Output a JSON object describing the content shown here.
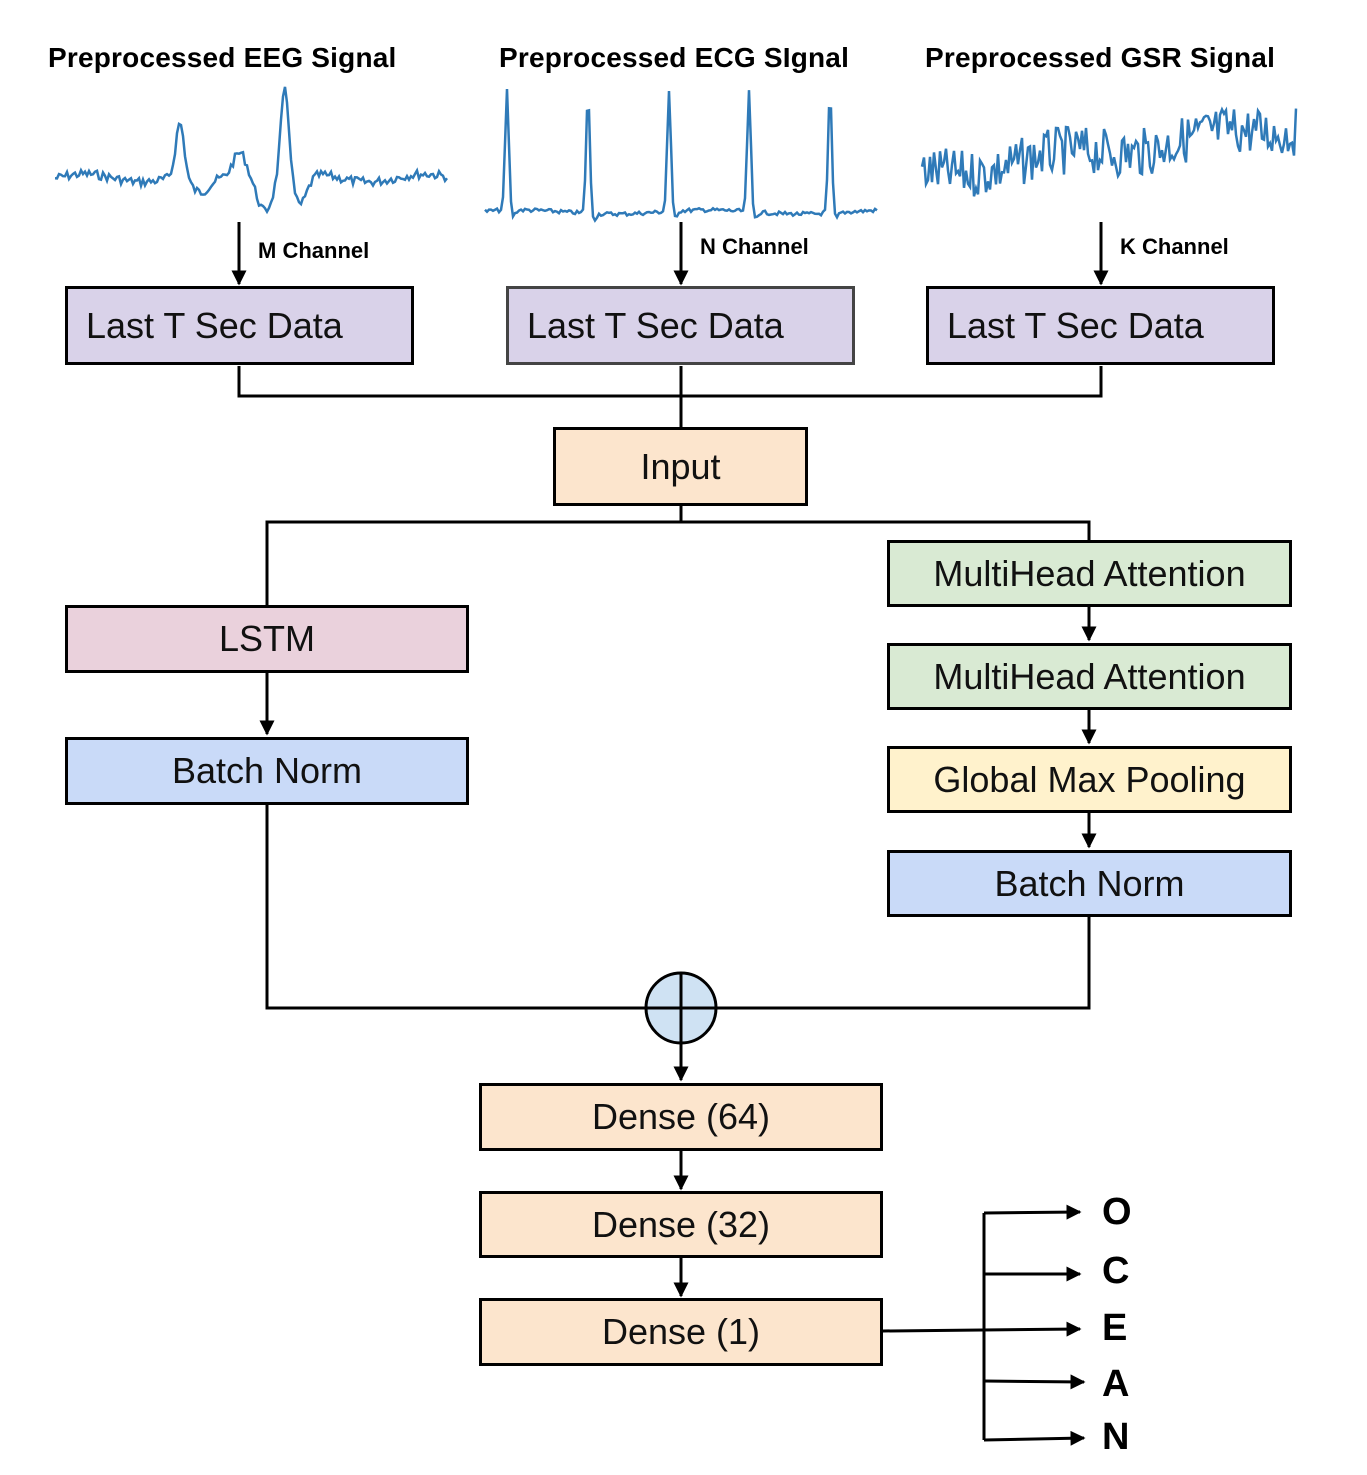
{
  "signals": {
    "eeg": {
      "title": "Preprocessed EEG Signal",
      "channel": "M Channel",
      "block": "Last T Sec Data"
    },
    "ecg": {
      "title": "Preprocessed ECG SIgnal",
      "channel": "N Channel",
      "block": "Last T Sec Data"
    },
    "gsr": {
      "title": "Preprocessed GSR Signal",
      "channel": "K Channel",
      "block": "Last T Sec Data"
    }
  },
  "input_label": "Input",
  "left_branch": {
    "lstm": "LSTM",
    "batch_norm": "Batch Norm"
  },
  "right_branch": {
    "mha1": "MultiHead Attention",
    "mha2": "MultiHead Attention",
    "pool": "Global Max Pooling",
    "batch_norm": "Batch Norm"
  },
  "dense": {
    "d64": "Dense (64)",
    "d32": "Dense (32)",
    "d1": "Dense (1)"
  },
  "outputs": [
    "O",
    "C",
    "E",
    "A",
    "N"
  ],
  "colors": {
    "signal_line": "#2f7ab8",
    "data_block": "#d9d2e9",
    "peach": "#fce5cd",
    "lstm": "#ead1dc",
    "batch_norm": "#c9daf8",
    "attention": "#d9ead3",
    "pooling": "#fff2cc",
    "concat_circle": "#cfe2f3"
  }
}
